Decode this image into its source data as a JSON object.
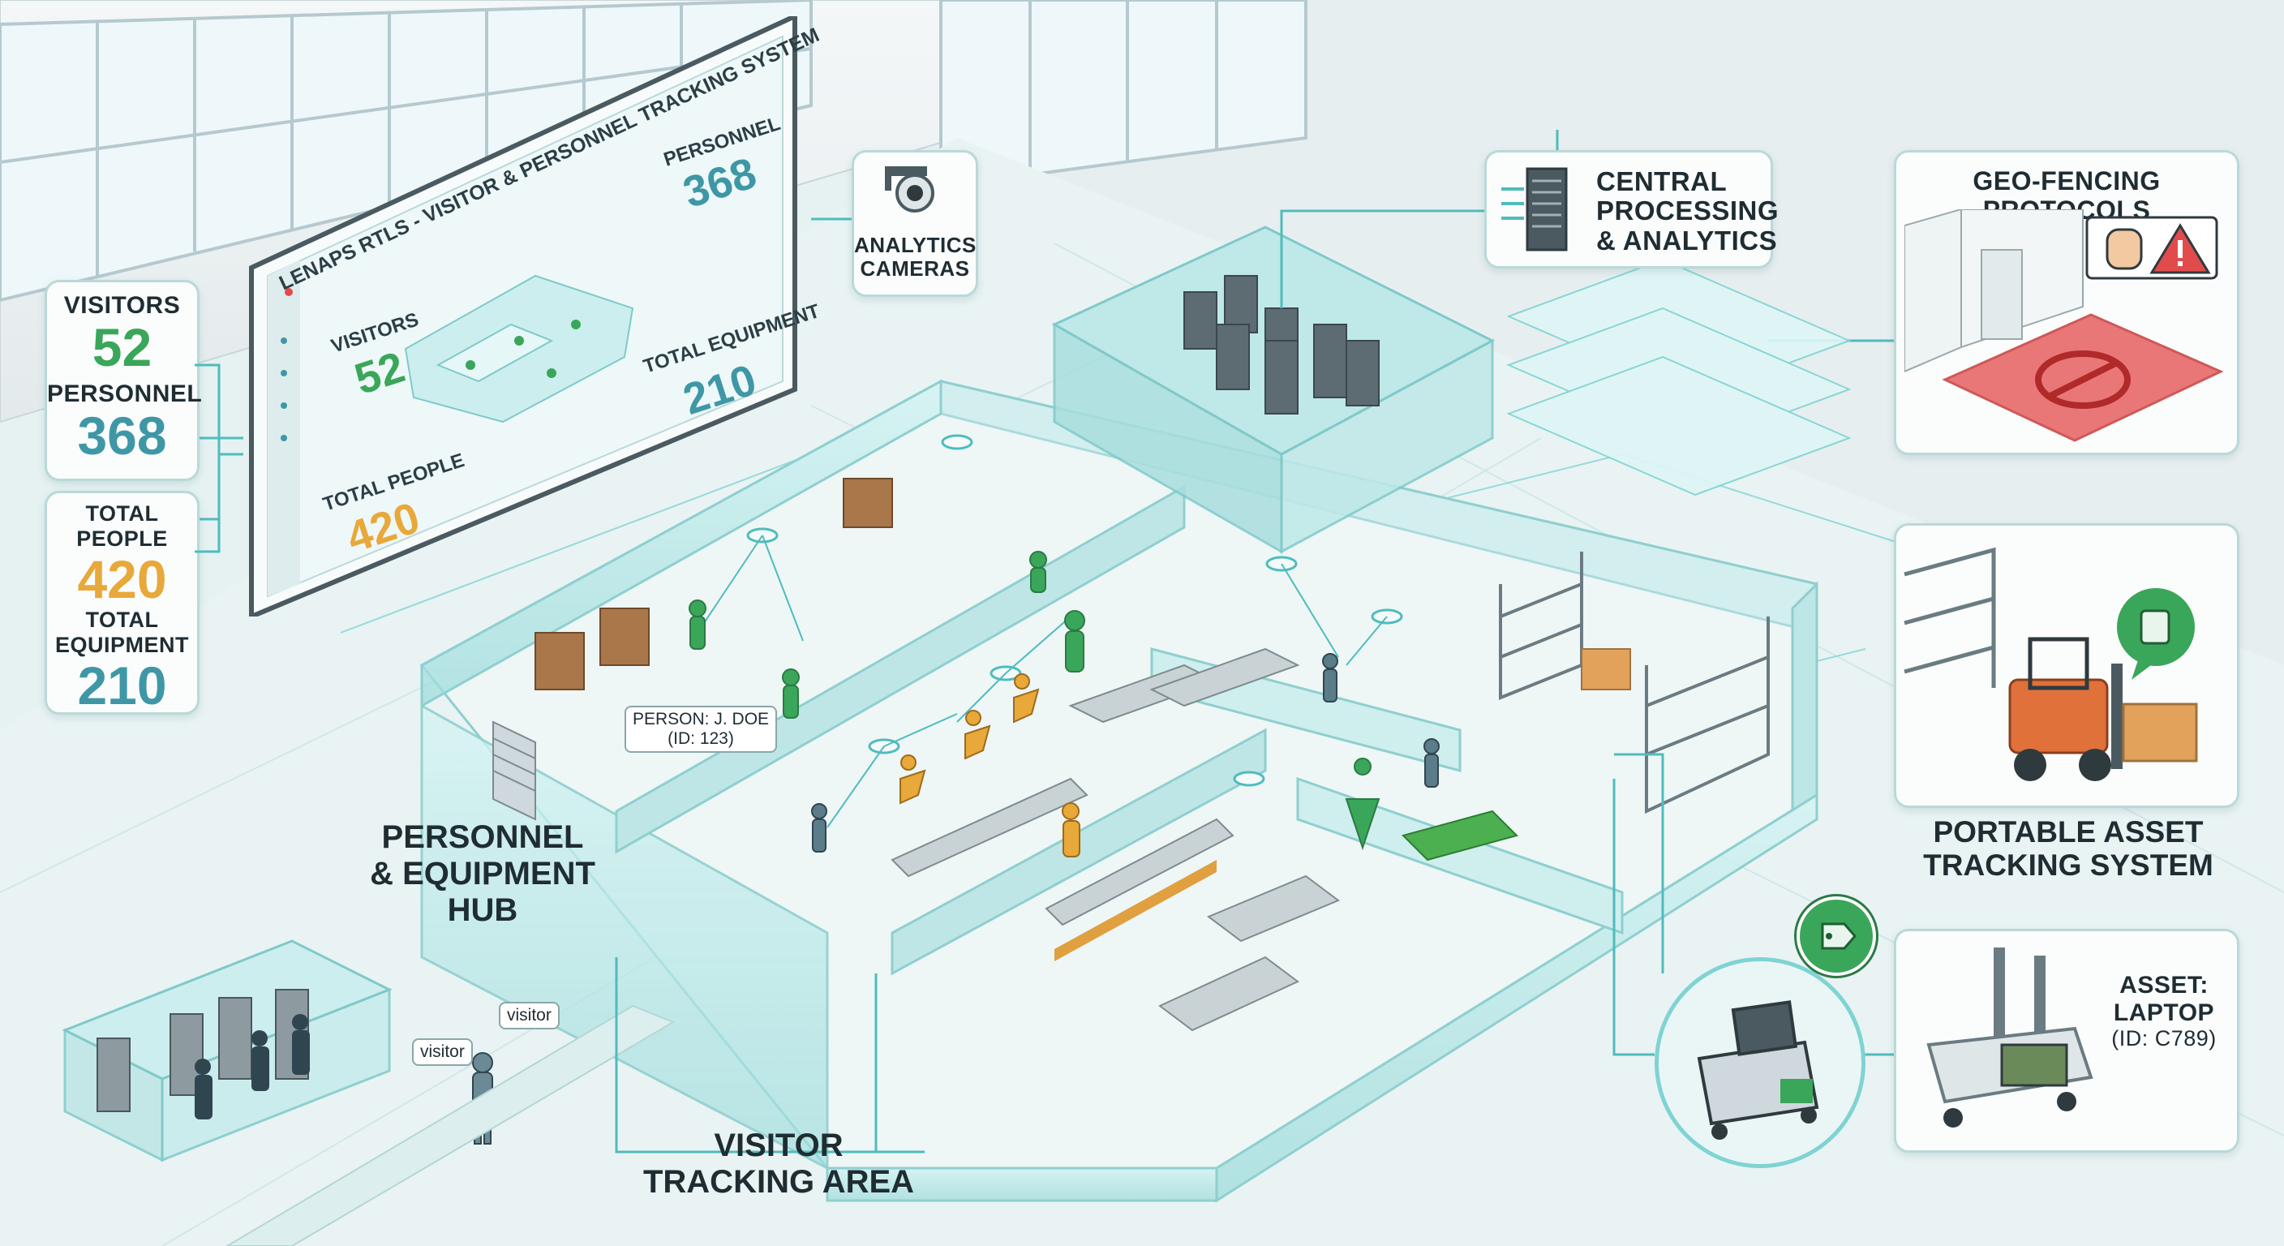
{
  "dashboard": {
    "title": "LENAPS RTLS - VISITOR & PERSONNEL TRACKING SYSTEM",
    "visitors_label": "VISITORS",
    "visitors_value": "52",
    "personnel_label": "PERSONNEL",
    "personnel_value": "368",
    "total_people_label": "TOTAL PEOPLE",
    "total_people_value": "420",
    "total_equipment_label": "TOTAL EQUIPMENT",
    "total_equipment_value": "210"
  },
  "stats_panel": {
    "visitors_label": "VISITORS",
    "visitors_value": "52",
    "personnel_label": "PERSONNEL",
    "personnel_value": "368",
    "total_people_label": "TOTAL PEOPLE",
    "total_people_value": "420",
    "total_equipment_label_1": "TOTAL",
    "total_equipment_label_2": "EQUIPMENT",
    "total_equipment_value": "210"
  },
  "callouts": {
    "cameras": [
      "ANALYTICS",
      "CAMERAS"
    ],
    "processing": [
      "CENTRAL",
      "PROCESSING",
      "& ANALYTICS"
    ],
    "geofencing": "GEO-FENCING PROTOCOLS",
    "portable": [
      "PORTABLE ASSET",
      "TRACKING SYSTEM"
    ],
    "asset": [
      "ASSET:",
      "LAPTOP",
      "(ID: C789)"
    ]
  },
  "areas": {
    "hub": [
      "PERSONNEL",
      "& EQUIPMENT",
      "HUB"
    ],
    "visitor": [
      "VISITOR",
      "TRACKING AREA"
    ]
  },
  "tags": {
    "person_name": "PERSON: J. DOE",
    "person_id": "(ID: 123)",
    "visitor_1": "visitor",
    "visitor_2": "visitor"
  },
  "colors": {
    "visitors": "#3aa65a",
    "personnel": "#3f97a6",
    "total_people": "#e8a83a",
    "equipment": "#3f97a6",
    "glass": "#bfeaea",
    "tracked_person": "#3aa65a",
    "visitor_person": "#e8a83a",
    "geofence": "#e24b4b"
  },
  "icons": [
    "camera-icon",
    "server-rack-icon",
    "stop-hand-icon",
    "warning-icon",
    "no-entry-icon",
    "tag-icon",
    "wifi-icon",
    "forklift-icon",
    "laptop-icon",
    "location-pin-icon"
  ]
}
